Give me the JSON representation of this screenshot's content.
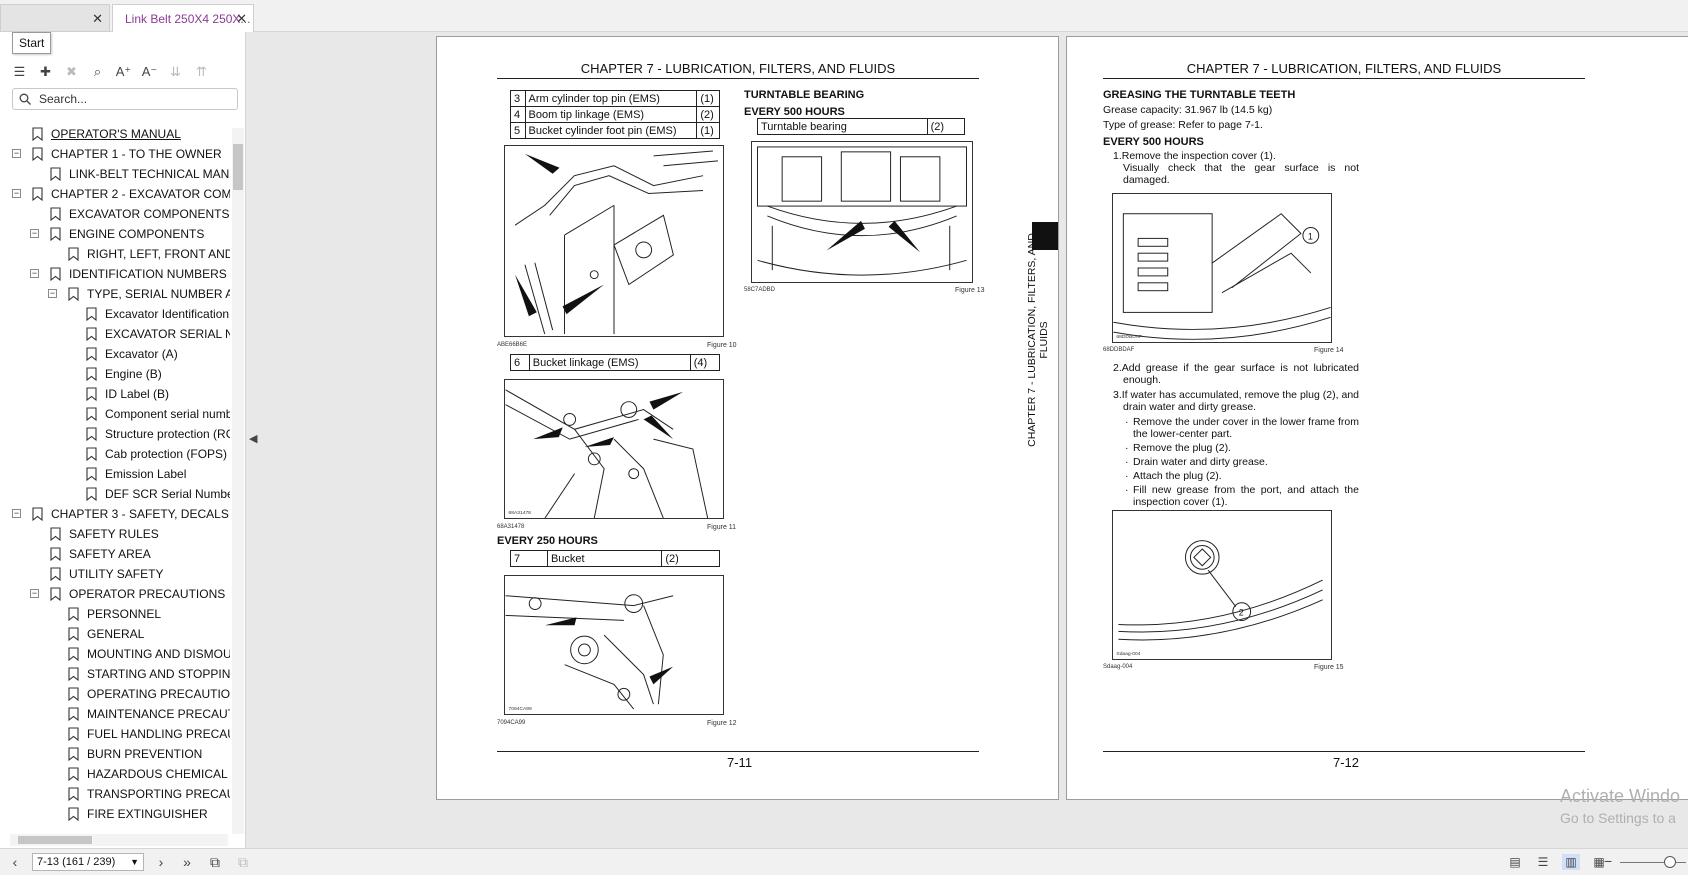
{
  "tabs": [
    {
      "label": ""
    },
    {
      "label": "Link Belt 250X4 250X..."
    }
  ],
  "tooltip": "Start",
  "bookmarks": {
    "title": "arks",
    "search_placeholder": "Search...",
    "items": [
      {
        "label": "OPERATOR'S MANUAL",
        "level": 0,
        "expander": "",
        "underline": true
      },
      {
        "label": "CHAPTER 1 - TO THE OWNER",
        "level": 0,
        "expander": "-"
      },
      {
        "label": "LINK-BELT TECHNICAL MANUA",
        "level": 1,
        "expander": ""
      },
      {
        "label": "CHAPTER 2 - EXCAVATOR COMPO",
        "level": 0,
        "expander": "-"
      },
      {
        "label": "EXCAVATOR COMPONENTS",
        "level": 1,
        "expander": ""
      },
      {
        "label": "ENGINE COMPONENTS",
        "level": 1,
        "expander": "-"
      },
      {
        "label": "RIGHT, LEFT, FRONT AND RI",
        "level": 2,
        "expander": ""
      },
      {
        "label": "IDENTIFICATION NUMBERS",
        "level": 1,
        "expander": "-"
      },
      {
        "label": "TYPE, SERIAL NUMBER AND",
        "level": 2,
        "expander": "-"
      },
      {
        "label": "Excavator Identification",
        "level": 3,
        "expander": ""
      },
      {
        "label": "EXCAVATOR SERIAL NU",
        "level": 3,
        "expander": ""
      },
      {
        "label": "Excavator (A)",
        "level": 3,
        "expander": ""
      },
      {
        "label": "Engine (B)",
        "level": 3,
        "expander": ""
      },
      {
        "label": "ID Label (B)",
        "level": 3,
        "expander": ""
      },
      {
        "label": "Component serial numb",
        "level": 3,
        "expander": ""
      },
      {
        "label": "Structure protection (RC",
        "level": 3,
        "expander": ""
      },
      {
        "label": "Cab protection (FOPS) (",
        "level": 3,
        "expander": ""
      },
      {
        "label": "Emission Label",
        "level": 3,
        "expander": ""
      },
      {
        "label": "DEF SCR Serial Number",
        "level": 3,
        "expander": ""
      },
      {
        "label": "CHAPTER 3 - SAFETY, DECALS, AN",
        "level": 0,
        "expander": "-"
      },
      {
        "label": "SAFETY RULES",
        "level": 1,
        "expander": ""
      },
      {
        "label": "SAFETY AREA",
        "level": 1,
        "expander": ""
      },
      {
        "label": "UTILITY SAFETY",
        "level": 1,
        "expander": ""
      },
      {
        "label": "OPERATOR PRECAUTIONS",
        "level": 1,
        "expander": "-"
      },
      {
        "label": "PERSONNEL",
        "level": 2,
        "expander": ""
      },
      {
        "label": "GENERAL",
        "level": 2,
        "expander": ""
      },
      {
        "label": "MOUNTING AND DISMOUN",
        "level": 2,
        "expander": ""
      },
      {
        "label": "STARTING AND STOPPING F",
        "level": 2,
        "expander": ""
      },
      {
        "label": "OPERATING PRECAUTIONS",
        "level": 2,
        "expander": ""
      },
      {
        "label": "MAINTENANCE PRECAUTIO",
        "level": 2,
        "expander": ""
      },
      {
        "label": "FUEL HANDLING PRECAUTI",
        "level": 2,
        "expander": ""
      },
      {
        "label": "BURN PREVENTION",
        "level": 2,
        "expander": ""
      },
      {
        "label": "HAZARDOUS CHEMICAL PR",
        "level": 2,
        "expander": ""
      },
      {
        "label": "TRANSPORTING PRECAUTIC",
        "level": 2,
        "expander": ""
      },
      {
        "label": "FIRE EXTINGUISHER",
        "level": 2,
        "expander": ""
      }
    ]
  },
  "page_left": {
    "header": "CHAPTER 7 - LUBRICATION, FILTERS, AND FLUIDS",
    "table1": [
      [
        "3",
        "Arm cylinder top pin (EMS)",
        "(1)"
      ],
      [
        "4",
        "Boom tip linkage (EMS)",
        "(2)"
      ],
      [
        "5",
        "Bucket cylinder foot pin (EMS)",
        "(1)"
      ]
    ],
    "fig10": {
      "code": "ABE66B6E",
      "caption": "Figure 10"
    },
    "table2": [
      [
        "6",
        "Bucket linkage (EMS)",
        "(4)"
      ]
    ],
    "fig11": {
      "code": "68A31478",
      "caption": "Figure 11",
      "inner_code": "68A31478"
    },
    "heading_250": "EVERY 250 HOURS",
    "table3": [
      [
        "7",
        "Bucket",
        "(2)"
      ]
    ],
    "fig12": {
      "code": "7094CA99",
      "caption": "Figure 12",
      "inner_code": "7094CA99"
    },
    "turntable_heading": "TURNTABLE BEARING",
    "heading_500": "EVERY 500 HOURS",
    "table4": [
      [
        "Turntable bearing",
        "(2)"
      ]
    ],
    "fig13": {
      "code": "58C7ADBD",
      "caption": "Figure 13"
    },
    "page_number": "7-11"
  },
  "side_tab": {
    "text1": "CHAPTER 7 - LUBRICATION, FILTERS, AND",
    "text2": "FLUIDS"
  },
  "page_right": {
    "header": "CHAPTER 7 - LUBRICATION, FILTERS, AND FLUIDS",
    "heading": "GREASING THE TURNTABLE TEETH",
    "capacity": "Grease capacity: 31.967 lb (14.5 kg)",
    "grease_type": "Type of grease: Refer to page 7-1.",
    "heading_500": "EVERY 500 HOURS",
    "step1_a": "1.Remove the inspection cover (1).",
    "step1_b": "Visually check that the gear surface is not",
    "step1_c": "damaged.",
    "fig14": {
      "code": "68DDBDAF",
      "caption": "Figure 14",
      "inner_code": "68DDBDAF",
      "callout": "1"
    },
    "step2_a": "2.Add grease if the gear surface is not lubricated",
    "step2_b": "enough.",
    "step3_a": "3.If water has accumulated, remove the plug (2), and",
    "step3_b": "drain water and dirty grease.",
    "bullets": [
      "Remove the under cover in the lower frame from",
      "the lower-center part.",
      "Remove the plug (2).",
      "Drain water and dirty grease.",
      "Attach the plug (2).",
      "Fill new grease from the port, and attach the",
      "inspection cover (1)."
    ],
    "fig15": {
      "code": "Sdaag-004",
      "caption": "Figure 15",
      "inner_code": "Sdaag-004",
      "callout": "2"
    },
    "page_number": "7-12"
  },
  "watermark": {
    "line1": "Activate Windo",
    "line2": "Go to Settings to a"
  },
  "statusbar": {
    "page_field": "7-13 (161 / 239)"
  }
}
